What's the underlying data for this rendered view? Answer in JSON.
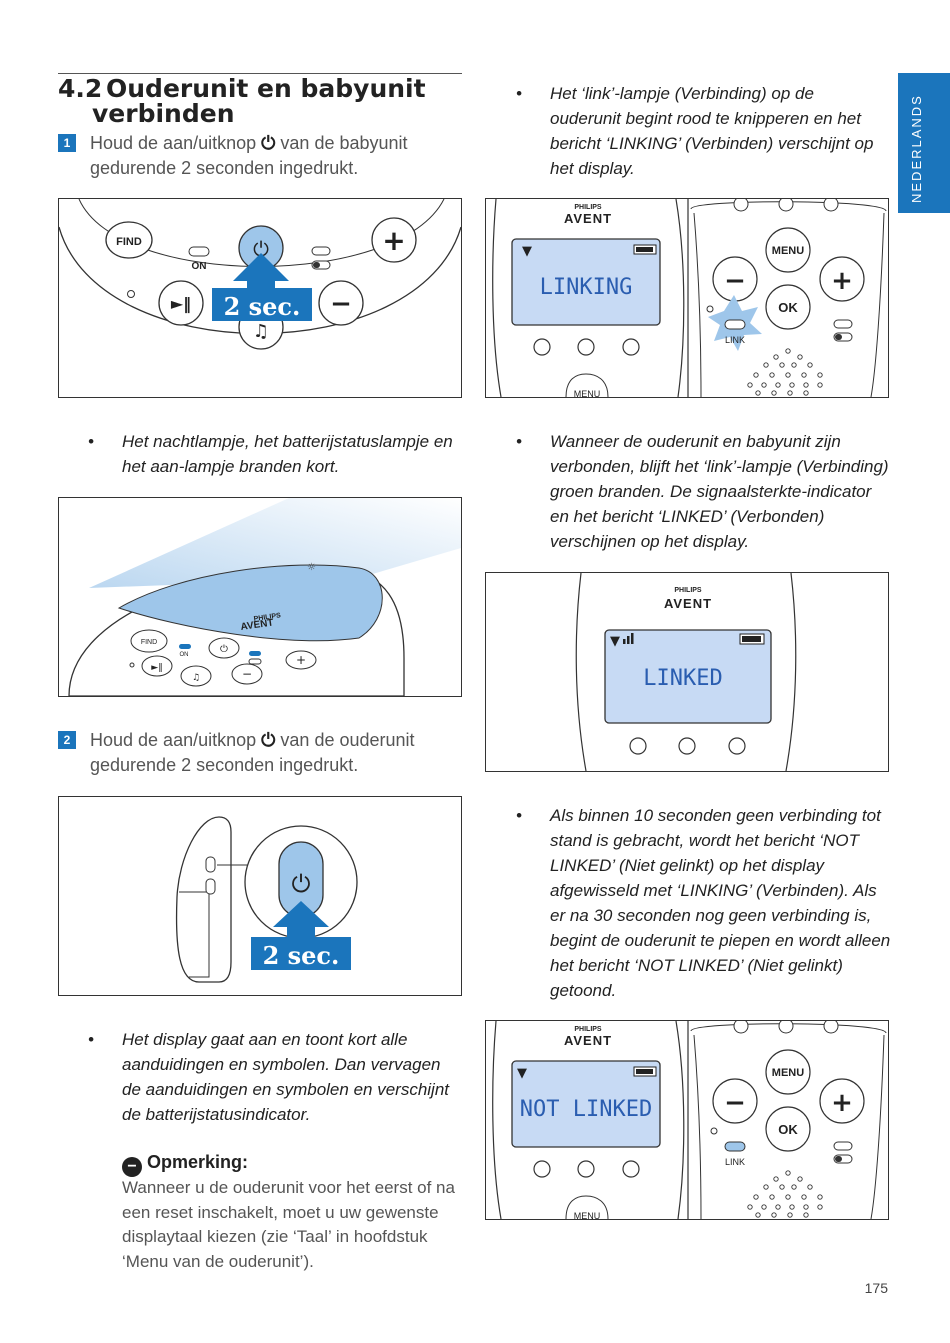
{
  "section": {
    "number": "4.2",
    "title_line1": "Ouderunit en babyunit",
    "title_line2": "verbinden"
  },
  "side_tab": "NEDERLANDS",
  "page_number": "175",
  "steps": [
    {
      "number": "1",
      "text_a": "Houd de aan/uitknop",
      "text_b": "van de babyunit gedurende 2 seconden ingedrukt."
    },
    {
      "number": "2",
      "text_a": "Houd de aan/uitknop",
      "text_b": "van de ouderunit gedurende 2 seconden ingedrukt."
    }
  ],
  "bullets": {
    "night_light": "Het nachtlampje, het batterijstatuslampje en het aan-lampje branden kort.",
    "display_on": "Het display gaat aan en toont kort alle aanduidingen en symbolen. Dan vervagen de aanduidingen en symbolen en verschijnt de batterijstatusindicator.",
    "link_blink": "Het ‘link’-lampje (Verbinding) op de ouderunit begint rood te knipperen en het bericht ‘LINKING’ (Verbinden) verschijnt op het display.",
    "linked": "Wanneer de ouderunit en babyunit zijn verbonden, blijft het ‘link’-lampje (Verbinding) groen branden. De signaalsterkte-indicator en het bericht ‘LINKED’ (Verbonden) verschijnen op het display.",
    "not_linked": "Als binnen 10 seconden geen verbinding tot stand is gebracht, wordt het bericht ‘NOT LINKED’ (Niet gelinkt) op het display afgewisseld met ‘LINKING’ (Verbinden). Als er na 30 seconden nog geen verbinding is, begint de ouderunit te piepen en wordt alleen het bericht ‘NOT LINKED’ (Niet gelinkt) getoond."
  },
  "note": {
    "title": "Opmerking:",
    "body": "Wanneer u de ouderunit voor het eerst of na een reset inschakelt, moet u uw gewenste displaytaal kiezen (zie ‘Taal’ in hoofdstuk ‘Menu van de ouderunit’)."
  },
  "figures": {
    "baby_unit": {
      "find": "FIND",
      "on": "ON",
      "press_label": "2 sec."
    },
    "night_light": {
      "brand_top": "PHILIPS",
      "brand": "AVENT",
      "find": "FIND",
      "on": "ON"
    },
    "parent_side": {
      "press_label": "2 sec."
    },
    "linking": {
      "brand_top": "PHILIPS",
      "brand": "AVENT",
      "display": "LINKING",
      "menu": "MENU",
      "ok": "OK",
      "link": "LINK"
    },
    "linked": {
      "brand_top": "PHILIPS",
      "brand": "AVENT",
      "display": "LINKED"
    },
    "not_linked": {
      "brand_top": "PHILIPS",
      "brand": "AVENT",
      "display": "NOT LINKED",
      "menu": "MENU",
      "ok": "OK",
      "link": "LINK"
    }
  },
  "colors": {
    "accent": "#1b75bc",
    "lcd": "#c7daf4",
    "lcd_text": "#2a5db0",
    "glow": "#9ec6ea"
  }
}
